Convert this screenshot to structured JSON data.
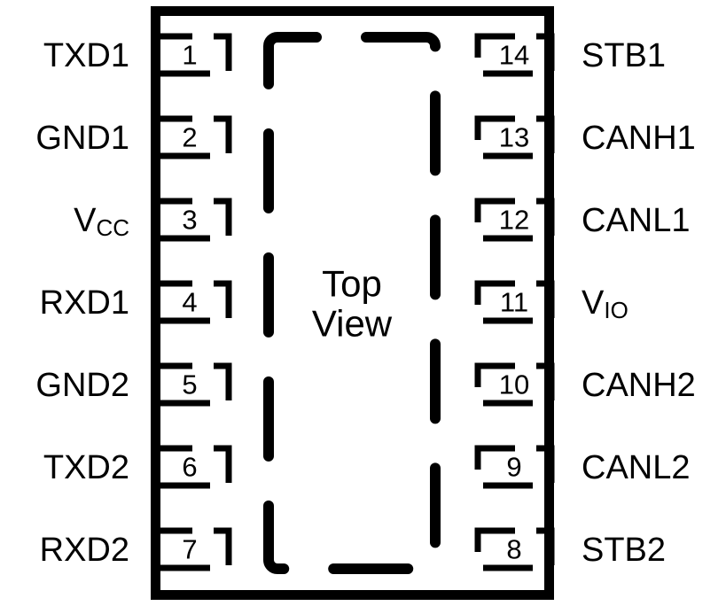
{
  "diagram": {
    "title": "Top View",
    "center_text_lines": [
      "Top",
      "View"
    ],
    "package_outline_color": "#000000",
    "background_color": "#ffffff",
    "pad_count": 14,
    "left_pins": [
      {
        "number": "1",
        "label": "TXD1",
        "sub": ""
      },
      {
        "number": "2",
        "label": "GND1",
        "sub": ""
      },
      {
        "number": "3",
        "label": "V",
        "sub": "CC"
      },
      {
        "number": "4",
        "label": "RXD1",
        "sub": ""
      },
      {
        "number": "5",
        "label": "GND2",
        "sub": ""
      },
      {
        "number": "6",
        "label": "TXD2",
        "sub": ""
      },
      {
        "number": "7",
        "label": "RXD2",
        "sub": ""
      }
    ],
    "right_pins": [
      {
        "number": "14",
        "label": "STB1",
        "sub": ""
      },
      {
        "number": "13",
        "label": "CANH1",
        "sub": ""
      },
      {
        "number": "12",
        "label": "CANL1",
        "sub": ""
      },
      {
        "number": "11",
        "label": "V",
        "sub": "IO"
      },
      {
        "number": "10",
        "label": "CANH2",
        "sub": ""
      },
      {
        "number": "9",
        "label": "CANL2",
        "sub": ""
      },
      {
        "number": "8",
        "label": "STB2",
        "sub": ""
      }
    ]
  }
}
